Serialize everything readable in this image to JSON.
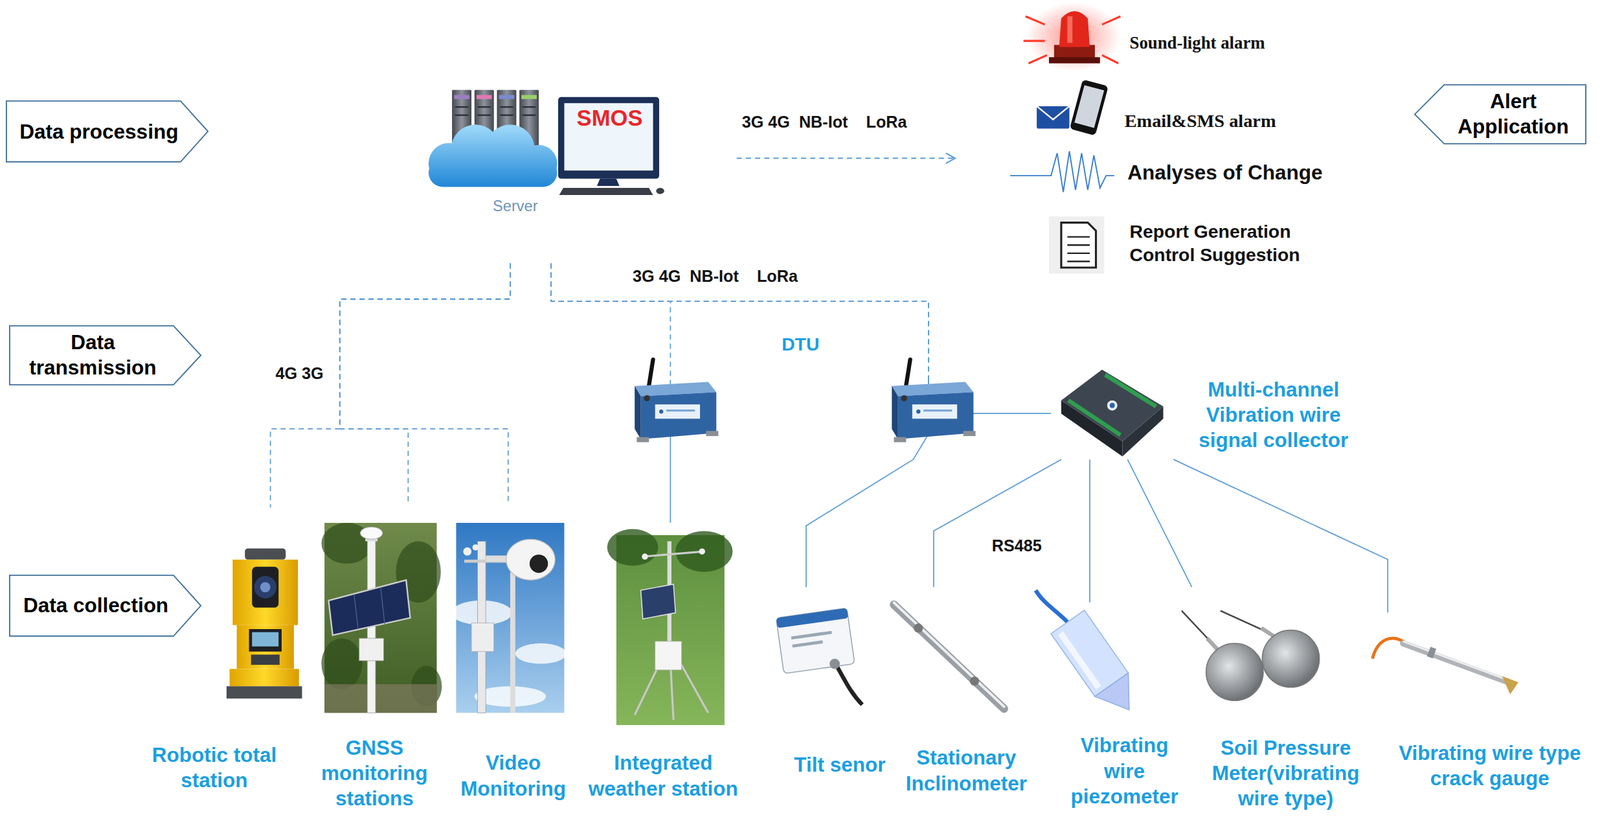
{
  "diagram": {
    "nodes": [
      {
        "text": [
          "Data processing"
        ]
      },
      {
        "text": [
          "SMOS",
          "Server"
        ]
      },
      {
        "text": [
          "Alert Application"
        ]
      },
      {
        "text": [
          "Data transmission"
        ]
      },
      {
        "text": [
          "Multi-channel Vibration wire signal collector"
        ]
      },
      {
        "text": [
          "Data collection"
        ]
      },
      {
        "text": [
          "Robotic total station"
        ]
      },
      {
        "text": [
          "GNSS monitoring stations"
        ]
      },
      {
        "text": [
          "Video Monitoring"
        ]
      },
      {
        "text": [
          "Integrated weather station"
        ]
      },
      {
        "text": [
          "Tilt senor"
        ]
      },
      {
        "text": [
          "Stationary Inclinometer"
        ]
      },
      {
        "text": [
          "Vibrating wire piezometer"
        ]
      },
      {
        "text": [
          "Soil Pressure Meter(vibrating wire type)"
        ]
      },
      {
        "text": [
          "Vibrating wire type crack gauge"
        ]
      }
    ],
    "edges": [
      {
        "from": 1,
        "to": 6,
        "arrow": "none"
      },
      {
        "from": 1,
        "to": 7,
        "arrow": "none"
      },
      {
        "from": 1,
        "to": 8,
        "arrow": "none"
      },
      {
        "from": 1,
        "to": 9,
        "arrow": "none"
      },
      {
        "from": 1,
        "to": 10,
        "arrow": "none"
      },
      {
        "from": 1,
        "to": 4,
        "arrow": "none"
      },
      {
        "from": 4,
        "to": 11,
        "arrow": "none"
      },
      {
        "from": 4,
        "to": 12,
        "arrow": "none"
      },
      {
        "from": 4,
        "to": 13,
        "arrow": "none"
      },
      {
        "from": 4,
        "to": 14,
        "arrow": "none"
      }
    ],
    "labels": [
      "3G 4G  NB-Iot    LoRa",
      "Sound-light alarm",
      "Email&SMS alarm",
      "Analyses of Change",
      "Report Generation Control Suggestion",
      "3G 4G  NB-Iot    LoRa",
      "4G 3G",
      "DTU",
      "RS485"
    ]
  }
}
